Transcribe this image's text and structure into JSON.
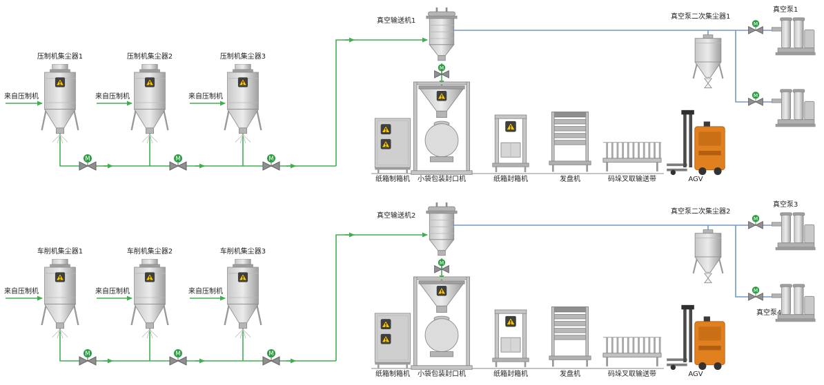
{
  "diagram": {
    "valve_motor_letter": "M",
    "colors": {
      "pipe_product": "#3fae4f",
      "pipe_vacuum": "#6e9ac8",
      "valve_motor": "#2e9e44",
      "warning_yellow": "#f7c600",
      "warning_panel": "#3f3f3f",
      "agv_orange": "#e0801f",
      "equipment_light": "#d9d9d9",
      "equipment_dark": "#8a8a8a"
    },
    "lines": [
      {
        "name": "line-1",
        "collectors": [
          {
            "label": "压制机集尘器1",
            "source": "来自压制机"
          },
          {
            "label": "压制机集尘器2",
            "source": "来自压制机"
          },
          {
            "label": "压制机集尘器3",
            "source": "来自压制机"
          }
        ],
        "conveyor": "真空输送机1",
        "secondary_collector": "真空泵二次集尘器1",
        "pumps": [
          "真空泵1"
        ],
        "machines": [
          "纸箱制箱机",
          "小袋包装封口机",
          "纸箱封箱机",
          "发盘机",
          "码垛叉取输送带",
          "AGV"
        ]
      },
      {
        "name": "line-2",
        "collectors": [
          {
            "label": "车削机集尘器1",
            "source": "来自压制机"
          },
          {
            "label": "车削机集尘器2",
            "source": "来自压制机"
          },
          {
            "label": "车削机集尘器3",
            "source": "来自压制机"
          }
        ],
        "conveyor": "真空输送机2",
        "secondary_collector": "真空泵二次集尘器2",
        "pumps": [
          "真空泵3",
          "真空泵4"
        ],
        "machines": [
          "纸箱制箱机",
          "小袋包装封口机",
          "纸箱封箱机",
          "发盘机",
          "码垛叉取输送带",
          "AGV"
        ]
      }
    ]
  }
}
